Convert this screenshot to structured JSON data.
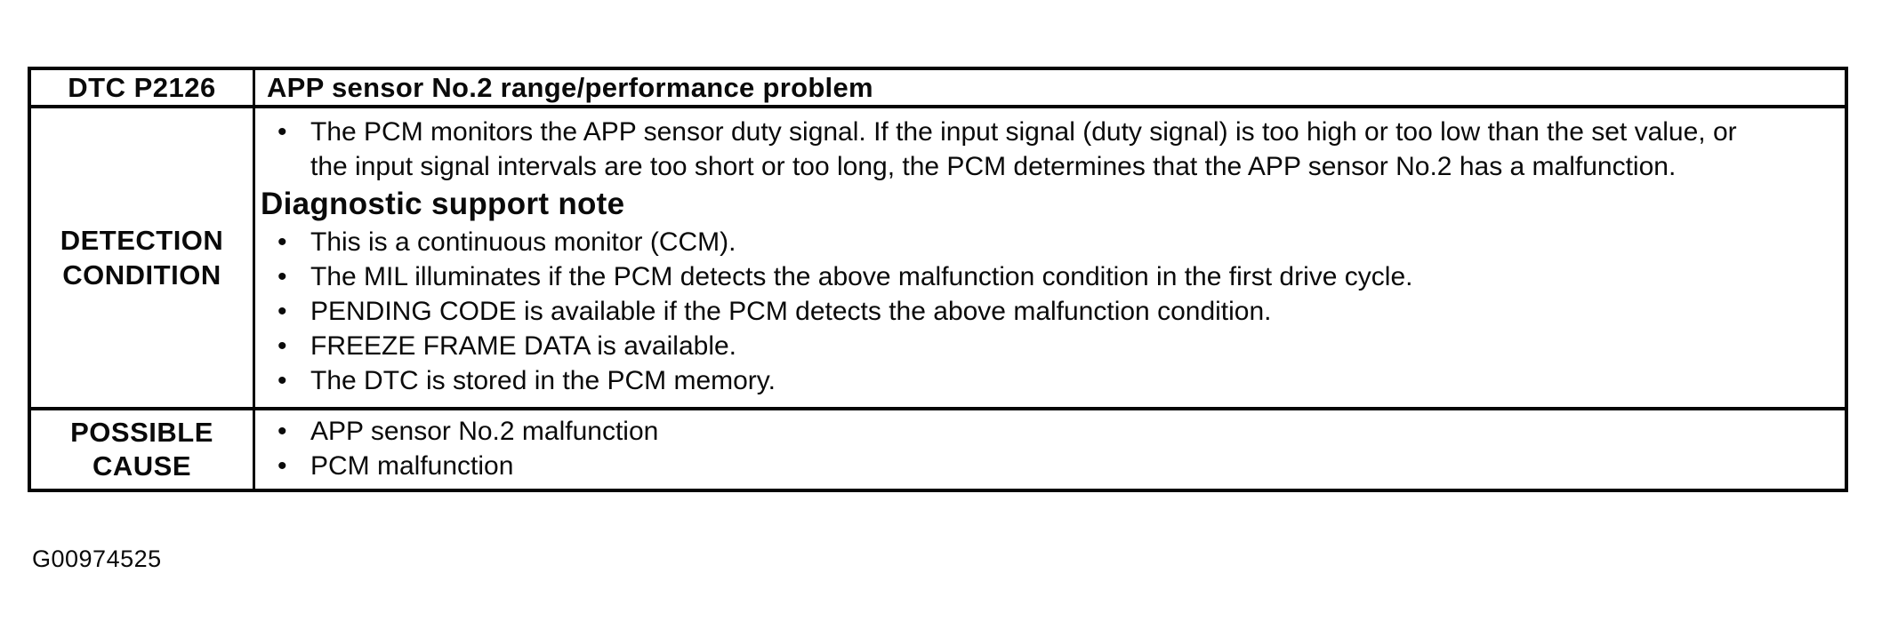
{
  "colors": {
    "ink": "#0a0a0a",
    "paper": "#ffffff"
  },
  "glyphs": {
    "bullet": "•"
  },
  "table": {
    "header": {
      "code": "DTC P2126",
      "title": "APP sensor No.2 range/performance problem"
    },
    "detection": {
      "label_line1": "DETECTION",
      "label_line2": "CONDITION",
      "intro_bullet": "The PCM monitors the APP sensor duty signal. If the input signal (duty signal) is too high or too low than the set value, or the input signal intervals are too short or too long, the PCM determines that the APP sensor No.2 has a malfunction.",
      "support_note_heading": "Diagnostic support note",
      "support_bullets": [
        "This is a continuous monitor (CCM).",
        "The MIL illuminates if the PCM detects the above malfunction condition in the first drive cycle.",
        "PENDING CODE is available if the PCM detects the above malfunction condition.",
        "FREEZE FRAME DATA is available.",
        "The DTC is stored in the PCM memory."
      ]
    },
    "possible_cause": {
      "label_line1": "POSSIBLE",
      "label_line2": "CAUSE",
      "bullets": [
        "APP sensor No.2 malfunction",
        "PCM malfunction"
      ]
    }
  },
  "footer": {
    "figure_id": "G00974525"
  }
}
